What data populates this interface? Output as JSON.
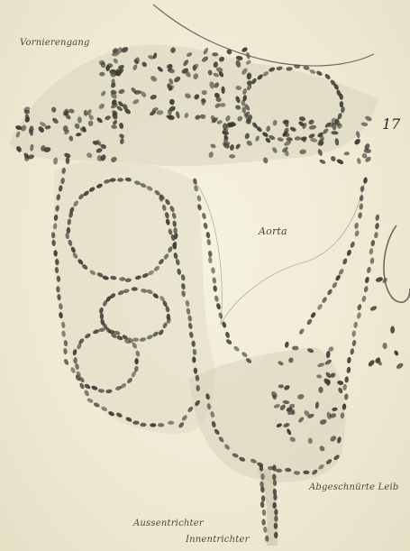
{
  "figure": {
    "plate_number": "17",
    "labels": {
      "vornierengang": "Vornierengang",
      "aorta": "Aorta",
      "abgeschnuerte": "Abgeschnürte Leib",
      "aussentrichter": "Aussentrichter",
      "innentrichter": "Innentrichter"
    },
    "colors": {
      "paper": "#f1ecd8",
      "nucleus": "#3c3a33",
      "tissue": "#cfc8b1",
      "ink": "#4a463c"
    }
  }
}
